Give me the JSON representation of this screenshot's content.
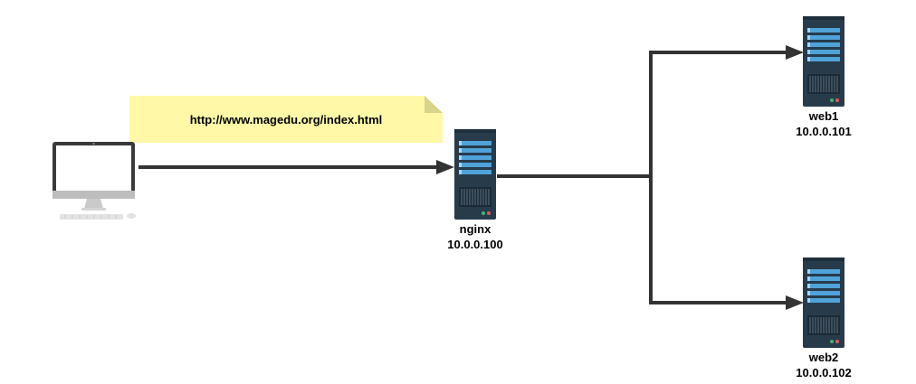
{
  "note": {
    "text": "http://www.magedu.org/index.html"
  },
  "nodes": {
    "client": {
      "icon": "desktop-computer-icon"
    },
    "nginx": {
      "name": "nginx",
      "ip": "10.0.0.100",
      "icon": "server-icon"
    },
    "web1": {
      "name": "web1",
      "ip": "10.0.0.101",
      "icon": "server-icon"
    },
    "web2": {
      "name": "web2",
      "ip": "10.0.0.102",
      "icon": "server-icon"
    }
  },
  "colors": {
    "note_fill": "#FFF8A6",
    "note_fold": "#D9D48C",
    "server_body": "#273B4B",
    "server_accent": "#4FA3D9",
    "edge": "#333333"
  }
}
